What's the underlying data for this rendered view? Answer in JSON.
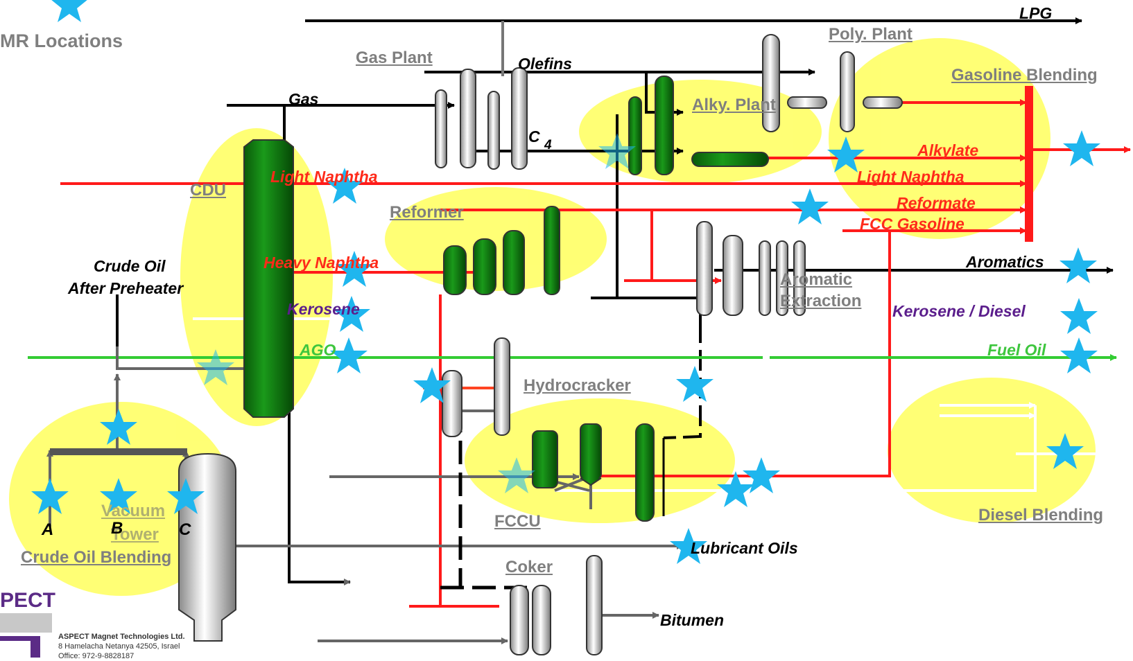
{
  "legend": {
    "label": "MR Locations",
    "icon": "star-icon",
    "star_color": "#1fb6ee"
  },
  "units": {
    "gas_plant": "Gas Plant",
    "poly_plant": "Poly. Plant",
    "gasoline_blending": "Gasoline Blending",
    "alky_plant": "Alky. Plant",
    "cdu": "CDU",
    "reformer": "Reformer",
    "aromatic_extraction_1": "Aromatic",
    "aromatic_extraction_2": "Extraction",
    "hydrocracker": "Hydrocracker",
    "fccu": "FCCU",
    "vacuum_tower_1": "Vacuum",
    "vacuum_tower_2": "Tower",
    "crude_oil_blending": "Crude Oil Blending",
    "coker": "Coker",
    "diesel_blending": "Diesel Blending"
  },
  "streams": {
    "lpg": "LPG",
    "olefins": "Olefins",
    "gas": "Gas",
    "c4": "C",
    "c4_sub": "4",
    "alkylate": "Alkylate",
    "light_naphtha_left": "Light Naphtha",
    "light_naphtha_right": "Light Naphtha",
    "reformate": "Reformate",
    "fcc_gasoline": "FCC Gasoline",
    "aromatics": "Aromatics",
    "heavy_naphtha": "Heavy Naphtha",
    "kerosene": "Kerosene",
    "kerosene_diesel": "Kerosene / Diesel",
    "ago": "AGO",
    "fuel_oil": "Fuel Oil",
    "lubricant_oils": "Lubricant Oils",
    "bitumen": "Bitumen",
    "crude_oil_1": "Crude Oil",
    "crude_oil_2": "After Preheater"
  },
  "feeds": {
    "a": "A",
    "b": "B",
    "c": "C"
  },
  "company": {
    "logo": "PECT",
    "name": "ASPECT Magnet Technologies Ltd.",
    "address": "8 Hamelacha Netanya 42505, Israel",
    "office": "Office:  972-9-8828187"
  },
  "colors": {
    "highlight": "#ffff66",
    "vessel_green": "#0f7a0f",
    "line_red": "#ff1a1a",
    "line_green": "#33cc33",
    "line_gray": "#666666",
    "purple": "#5b1e8c"
  }
}
